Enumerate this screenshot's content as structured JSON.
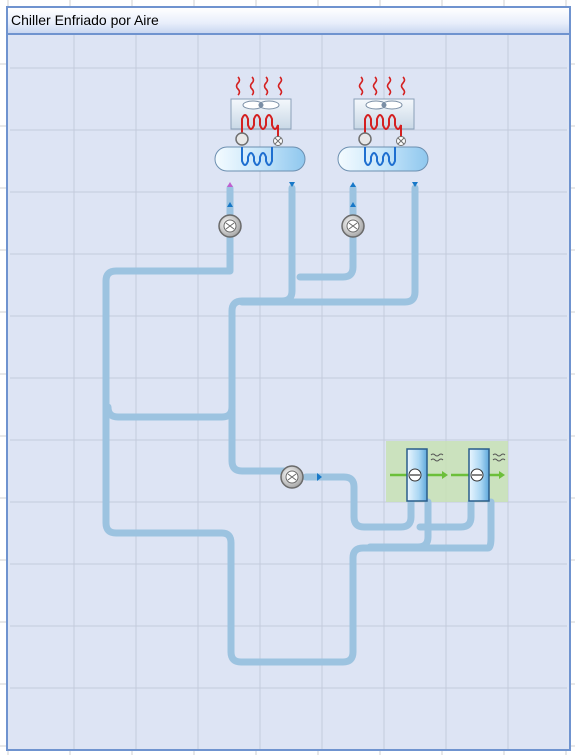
{
  "window": {
    "title": "Chiller Enfriado por Aire"
  },
  "colors": {
    "pipe": "#9cc3e0",
    "canvas_background": "#dde4f4",
    "window_border": "#6f93cf",
    "heat_wave": "#d42020",
    "evaporator": "#b7dcf5",
    "coil_panel": "#c8e2b4",
    "flow_arrow": "#1878c8"
  },
  "components": {
    "chillers": [
      {
        "name": "chiller-1",
        "icon": "air-cooled-chiller-icon"
      },
      {
        "name": "chiller-2",
        "icon": "air-cooled-chiller-icon"
      }
    ],
    "pumps": [
      {
        "name": "chiller-1-pump",
        "icon": "pump-icon"
      },
      {
        "name": "chiller-2-pump",
        "icon": "pump-icon"
      },
      {
        "name": "secondary-pump",
        "icon": "pump-icon"
      }
    ],
    "coils": [
      {
        "name": "coil-1",
        "icon": "cooling-coil-icon"
      },
      {
        "name": "coil-2",
        "icon": "cooling-coil-icon"
      }
    ]
  }
}
